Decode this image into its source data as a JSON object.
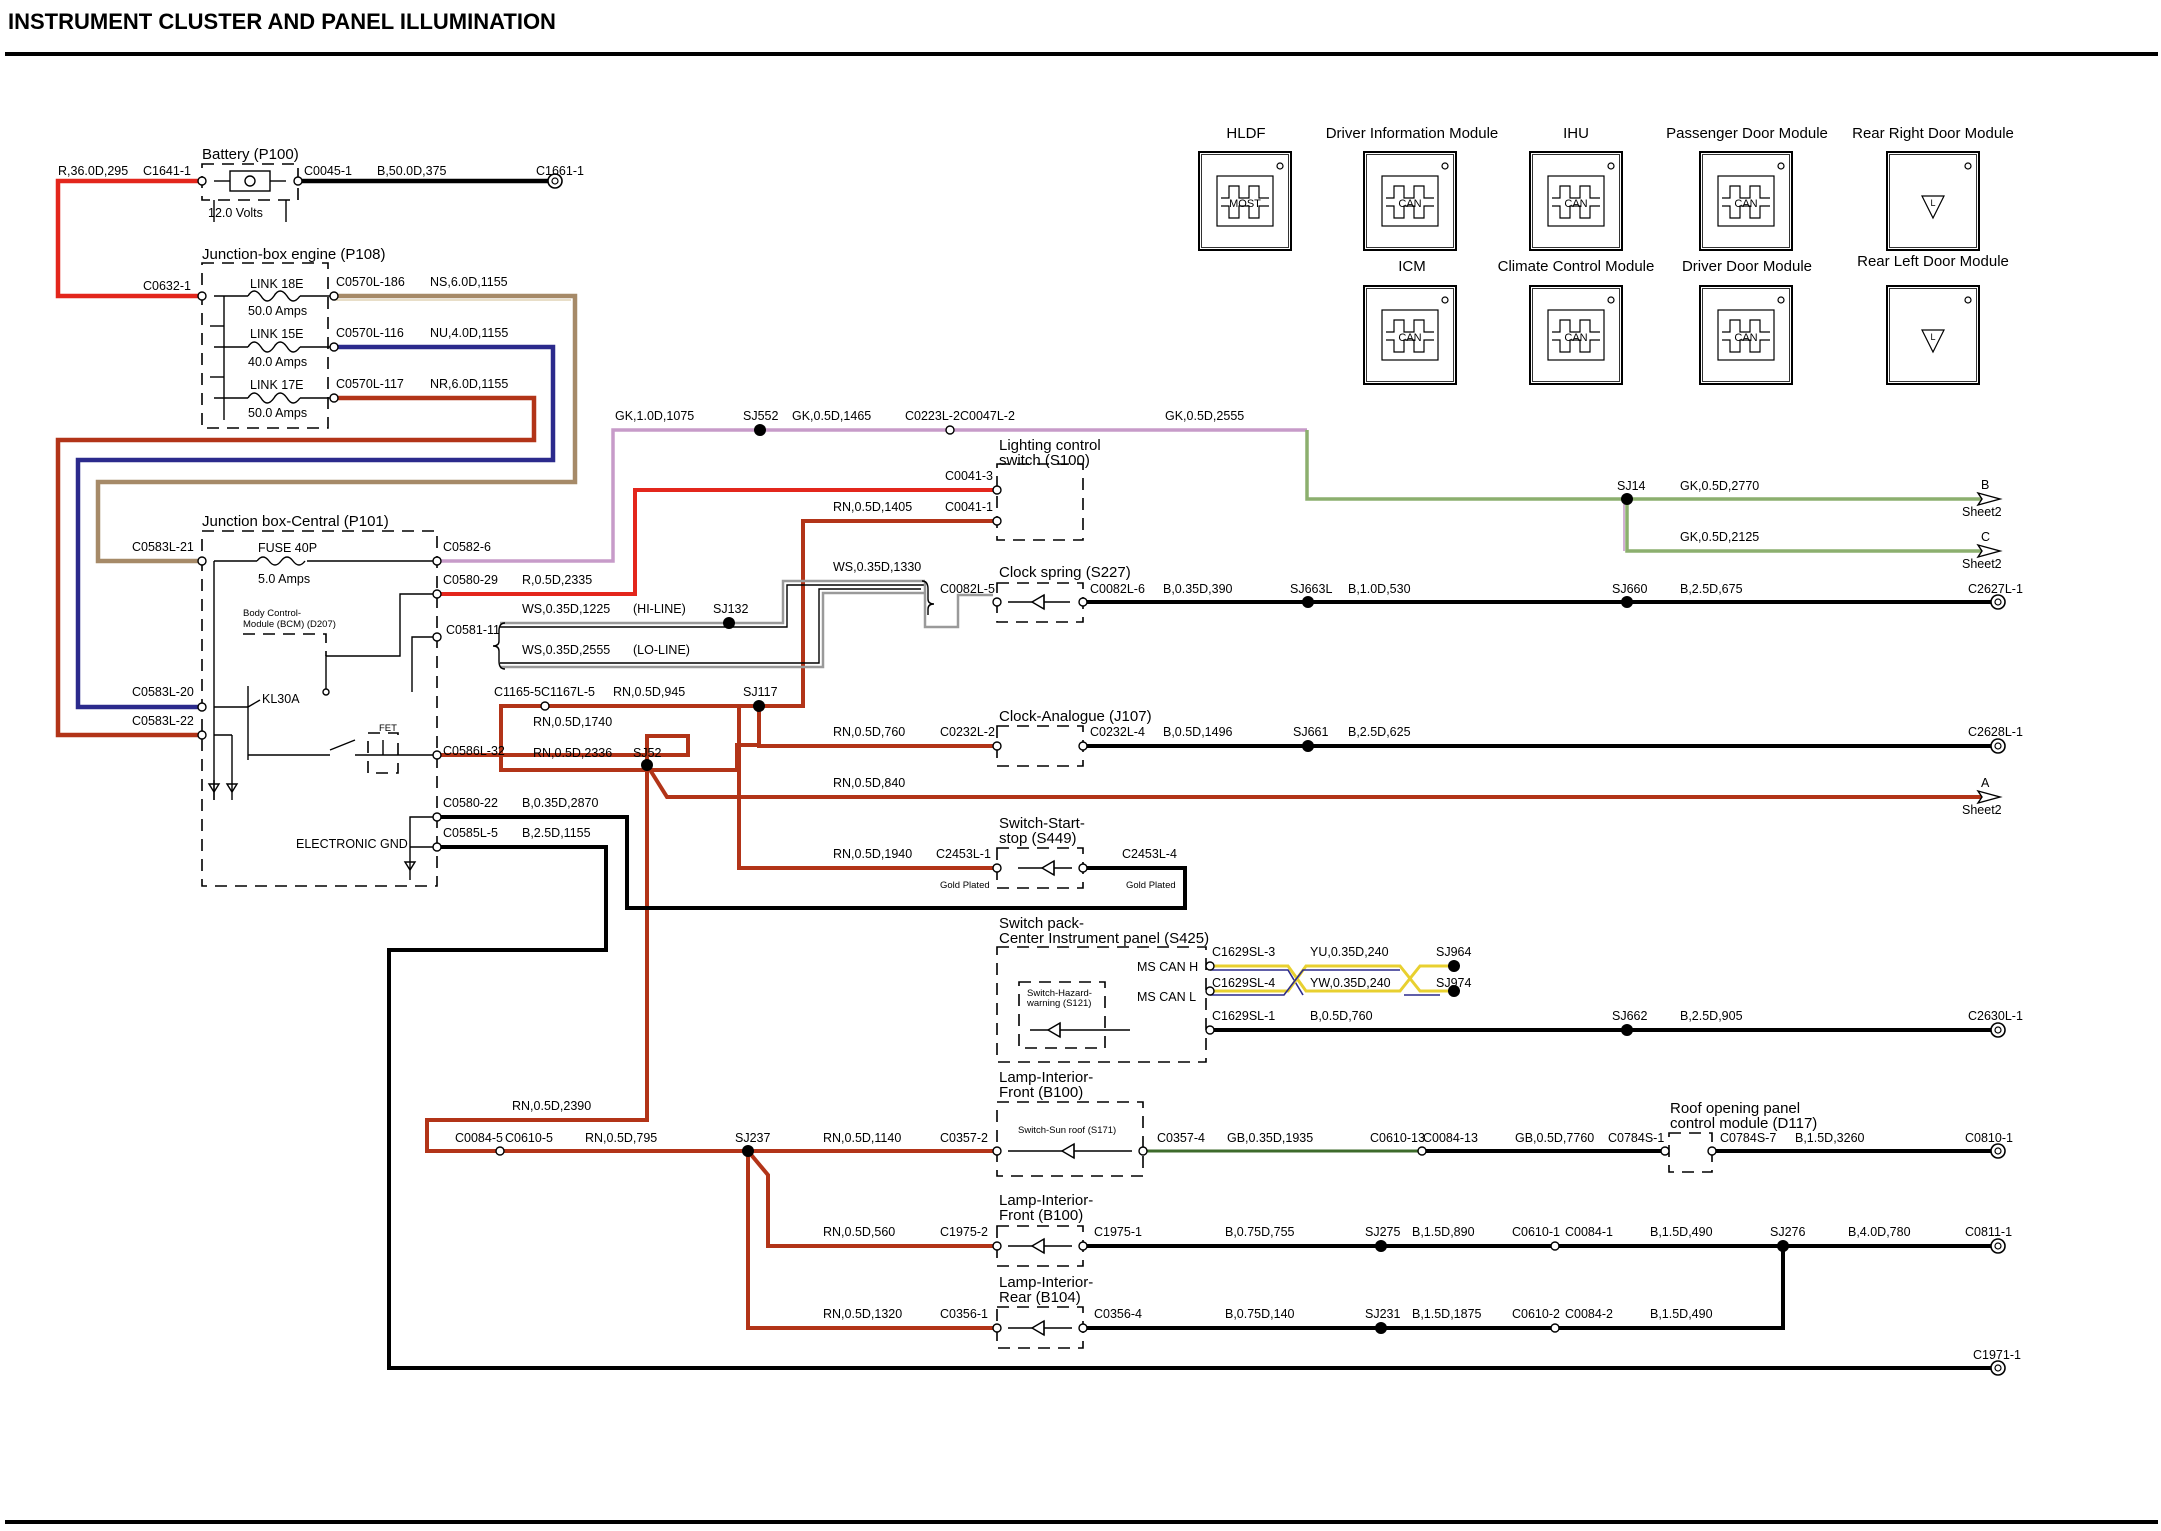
{
  "title": "INSTRUMENT CLUSTER AND PANEL ILLUMINATION",
  "modules": {
    "hldf": "HLDF",
    "hldf_inner": "MOST",
    "dim": "Driver Information Module",
    "ihu": "IHU",
    "pdm": "Passenger Door Module",
    "rrdm": "Rear Right Door Module",
    "icm": "ICM",
    "ccm": "Climate Control Module",
    "ddm": "Driver Door Module",
    "rldm": "Rear Left Door Module",
    "can": "CAN",
    "lin": "L"
  },
  "components": {
    "battery": "Battery (P100)",
    "battery_volts": "12.0 Volts",
    "jb_engine": "Junction-box engine (P108)",
    "link18e": "LINK 18E",
    "link18e_amps": "50.0 Amps",
    "link15e": "LINK 15E",
    "link15e_amps": "40.0 Amps",
    "link17e": "LINK 17E",
    "link17e_amps": "50.0 Amps",
    "jb_central": "Junction box-Central (P101)",
    "fuse40p": "FUSE 40P",
    "fuse40p_amps": "5.0 Amps",
    "bcm_1": "Body Control-",
    "bcm_2": "Module (BCM) (D207)",
    "kl30a": "KL30A",
    "fet": "FET",
    "egnd": "ELECTRONIC GND",
    "hi_line": "(HI-LINE)",
    "lo_line": "(LO-LINE)",
    "lcs_1": "Lighting control",
    "lcs_2": "switch (S100)",
    "clockspring": "Clock spring (S227)",
    "clock_analogue": "Clock-Analogue (J107)",
    "sss_1": "Switch-Start-",
    "sss_2": "stop (S449)",
    "gold1": "Gold Plated",
    "gold2": "Gold Plated",
    "swpack_1": "Switch pack-",
    "swpack_2": "Center Instrument panel (S425)",
    "hazard_1": "Switch-Hazard-",
    "hazard_2": "warning (S121)",
    "mscanh": "MS CAN H",
    "mscanl": "MS CAN L",
    "lif_1": "Lamp-Interior-",
    "lif_2": "Front (B100)",
    "sunroof": "Switch-Sun roof (S171)",
    "rop_1": "Roof opening panel",
    "rop_2": "control module (D117)",
    "lif2_1": "Lamp-Interior-",
    "lif2_2": "Front (B100)",
    "lir_1": "Lamp-Interior-",
    "lir_2": "Rear (B104)"
  },
  "connectors": {
    "c1641": "C1641-1",
    "c0045": "C0045-1",
    "c1661": "C1661-1",
    "c0632": "C0632-1",
    "c0570_186": "C0570L-186",
    "c0570_116": "C0570L-116",
    "c0570_117": "C0570L-117",
    "c0583_21": "C0583L-21",
    "c0582_6": "C0582-6",
    "c0580_29": "C0580-29",
    "c0581_11": "C0581-11",
    "c0583_20": "C0583L-20",
    "c0583_22": "C0583L-22",
    "c0586_32": "C0586L-32",
    "c0580_22": "C0580-22",
    "c0585_5": "C0585L-5",
    "c0223": "C0223L-2",
    "c0047": "C0047L-2",
    "c0041_3": "C0041-3",
    "c0041_1": "C0041-1",
    "c0082_5": "C0082L-5",
    "c0082_6": "C0082L-6",
    "c2627": "C2627L-1",
    "c1165": "C1165-5",
    "c1167": "C1167L-5",
    "c0232_2": "C0232L-2",
    "c0232_4": "C0232L-4",
    "c2628": "C2628L-1",
    "c2453_1": "C2453L-1",
    "c2453_4": "C2453L-4",
    "c1629_3": "C1629SL-3",
    "c1629_4": "C1629SL-4",
    "c1629_1": "C1629SL-1",
    "c2630": "C2630L-1",
    "c0084_5": "C0084-5",
    "c0610_5": "C0610-5",
    "c0357_2": "C0357-2",
    "c0357_4": "C0357-4",
    "c0610_13": "C0610-13",
    "c0084_13": "C0084-13",
    "c0784s_1": "C0784S-1",
    "c0784s_7": "C0784S-7",
    "c0810": "C0810-1",
    "c1975_2": "C1975-2",
    "c1975_1": "C1975-1",
    "c0610_1": "C0610-1",
    "c0084_1": "C0084-1",
    "c0811": "C0811-1",
    "c0356_1": "C0356-1",
    "c0356_4": "C0356-4",
    "c0610_2": "C0610-2",
    "c0084_2": "C0084-2",
    "c1971": "C1971-1"
  },
  "splices": {
    "sj552": "SJ552",
    "sj14": "SJ14",
    "sj132": "SJ132",
    "sj663l": "SJ663L",
    "sj660": "SJ660",
    "sj117": "SJ117",
    "sj661": "SJ661",
    "sj52": "SJ52",
    "sj964": "SJ964",
    "sj974": "SJ974",
    "sj662": "SJ662",
    "sj237": "SJ237",
    "sj275": "SJ275",
    "sj276": "SJ276",
    "sj231": "SJ231"
  },
  "wires": {
    "w_r36": "R,36.0D,295",
    "w_b50": "B,50.0D,375",
    "w_ns6": "NS,6.0D,1155",
    "w_nu4": "NU,4.0D,1155",
    "w_nr6": "NR,6.0D,1155",
    "w_gk1": "GK,1.0D,1075",
    "w_gk05_1465": "GK,0.5D,1465",
    "w_gk05_2555": "GK,0.5D,2555",
    "w_gk05_2770": "GK,0.5D,2770",
    "w_gk05_2125": "GK,0.5D,2125",
    "w_rn05_1405": "RN,0.5D,1405",
    "w_r05_2335": "R,0.5D,2335",
    "w_ws_1330": "WS,0.35D,1330",
    "w_ws_1225": "WS,0.35D,1225",
    "w_ws_2555": "WS,0.35D,2555",
    "w_b035_390": "B,0.35D,390",
    "w_b1_530": "B,1.0D,530",
    "w_b25_675": "B,2.5D,675",
    "w_rn05_945": "RN,0.5D,945",
    "w_rn05_1740": "RN,0.5D,1740",
    "w_rn05_760": "RN,0.5D,760",
    "w_b05_1496": "B,0.5D,1496",
    "w_b25_625": "B,2.5D,625",
    "w_rn05_2336": "RN,0.5D,2336",
    "w_rn05_840": "RN,0.5D,840",
    "w_b035_2870": "B,0.35D,2870",
    "w_b25_1155": "B,2.5D,1155",
    "w_rn05_1940": "RN,0.5D,1940",
    "w_yu": "YU,0.35D,240",
    "w_yw": "YW,0.35D,240",
    "w_b05_760": "B,0.5D,760",
    "w_b25_905": "B,2.5D,905",
    "w_rn05_2390": "RN,0.5D,2390",
    "w_rn05_795": "RN,0.5D,795",
    "w_rn05_1140": "RN,0.5D,1140",
    "w_gb035_1935": "GB,0.35D,1935",
    "w_gb05_7760": "GB,0.5D,7760",
    "w_b15_3260": "B,1.5D,3260",
    "w_rn05_560": "RN,0.5D,560",
    "w_b075_755": "B,0.75D,755",
    "w_b15_890": "B,1.5D,890",
    "w_b15_490a": "B,1.5D,490",
    "w_b4_780": "B,4.0D,780",
    "w_rn05_1320": "RN,0.5D,1320",
    "w_b075_140": "B,0.75D,140",
    "w_b15_1875": "B,1.5D,1875",
    "w_b15_490b": "B,1.5D,490"
  },
  "offsheet": {
    "b": "B",
    "b_sheet": "Sheet2",
    "c": "C",
    "c_sheet": "Sheet2",
    "a": "A",
    "a_sheet": "Sheet2"
  },
  "colors": {
    "red": "#e3261c",
    "brown_red": "#b23418",
    "navy": "#2b2a8c",
    "tan": "#a68a68",
    "violet": "#c79bc9",
    "green": "#8caf6e",
    "dark_green": "#3d6b2b",
    "gray": "#9a9a9a",
    "black": "#000000",
    "yellow": "#e8d030"
  }
}
